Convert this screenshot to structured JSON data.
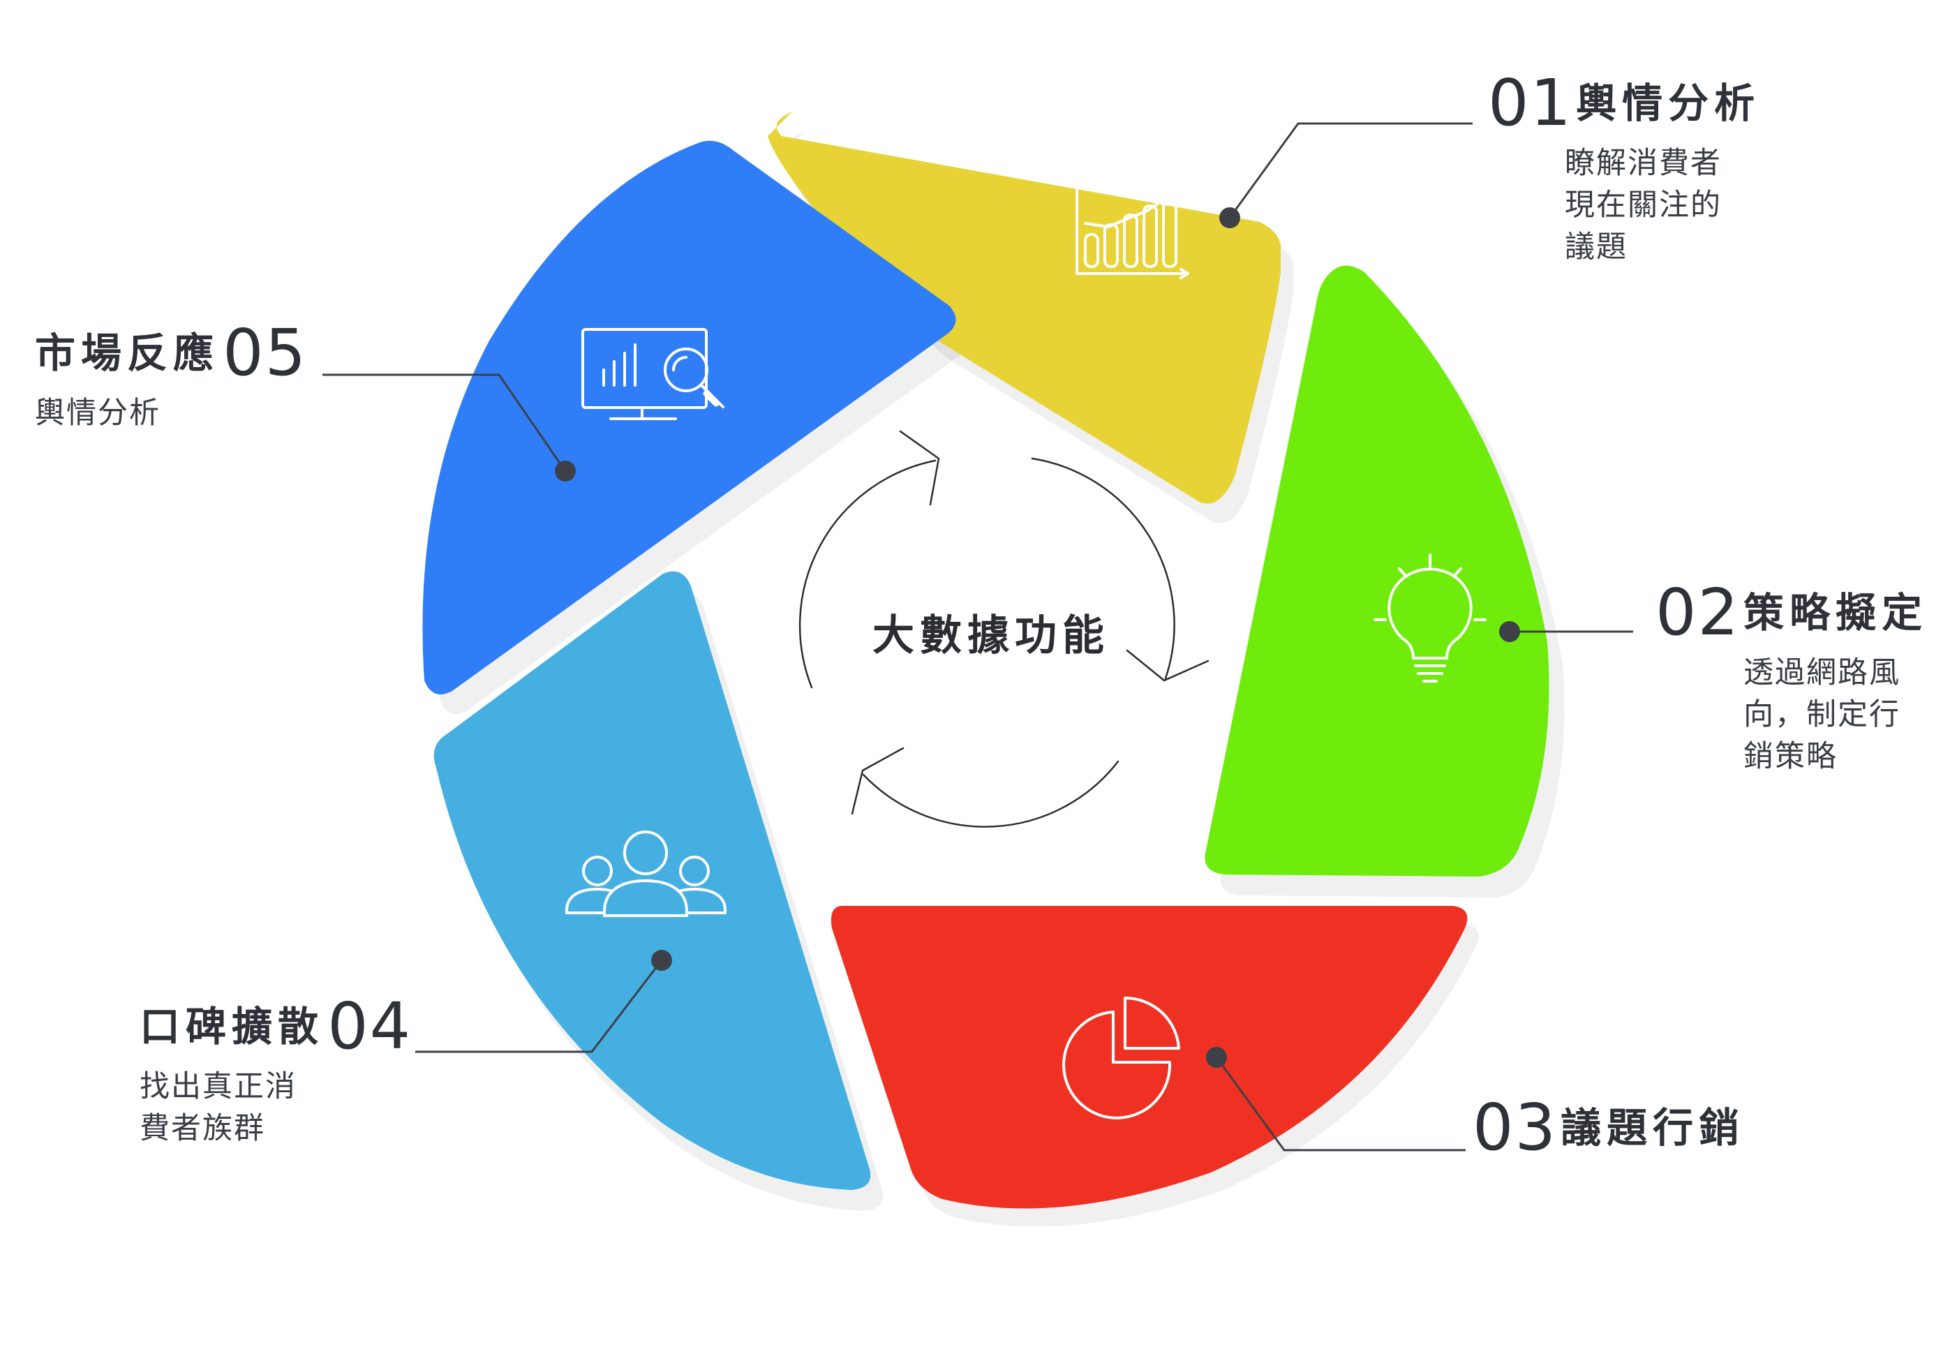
{
  "center_title": "大數據功能",
  "segments": [
    {
      "id": "01",
      "number": "01",
      "title": "輿情分析",
      "desc": [
        "瞭解消費者",
        "現在關注的",
        "議題"
      ],
      "color": "#E8D336",
      "icon": "bar-chart-growth-icon"
    },
    {
      "id": "02",
      "number": "02",
      "title": "策略擬定",
      "desc": [
        "透過網路風",
        "向，制定行",
        "銷策略"
      ],
      "color": "#6FEB0C",
      "icon": "lightbulb-icon"
    },
    {
      "id": "03",
      "number": "03",
      "title": "議題行銷",
      "desc": [],
      "color": "#EE3122",
      "icon": "pie-chart-icon"
    },
    {
      "id": "04",
      "number": "04",
      "title": "口碑擴散",
      "desc": [
        "找出真正消",
        "費者族群"
      ],
      "color": "#45AFE2",
      "icon": "people-group-icon"
    },
    {
      "id": "05",
      "number": "05",
      "title": "市場反應",
      "desc": [
        "輿情分析"
      ],
      "color": "#2F7EF7",
      "icon": "monitor-analytics-icon"
    }
  ],
  "colors": {
    "text": "#2e3138",
    "leader": "#3d4047",
    "dot": "#3d4047"
  }
}
